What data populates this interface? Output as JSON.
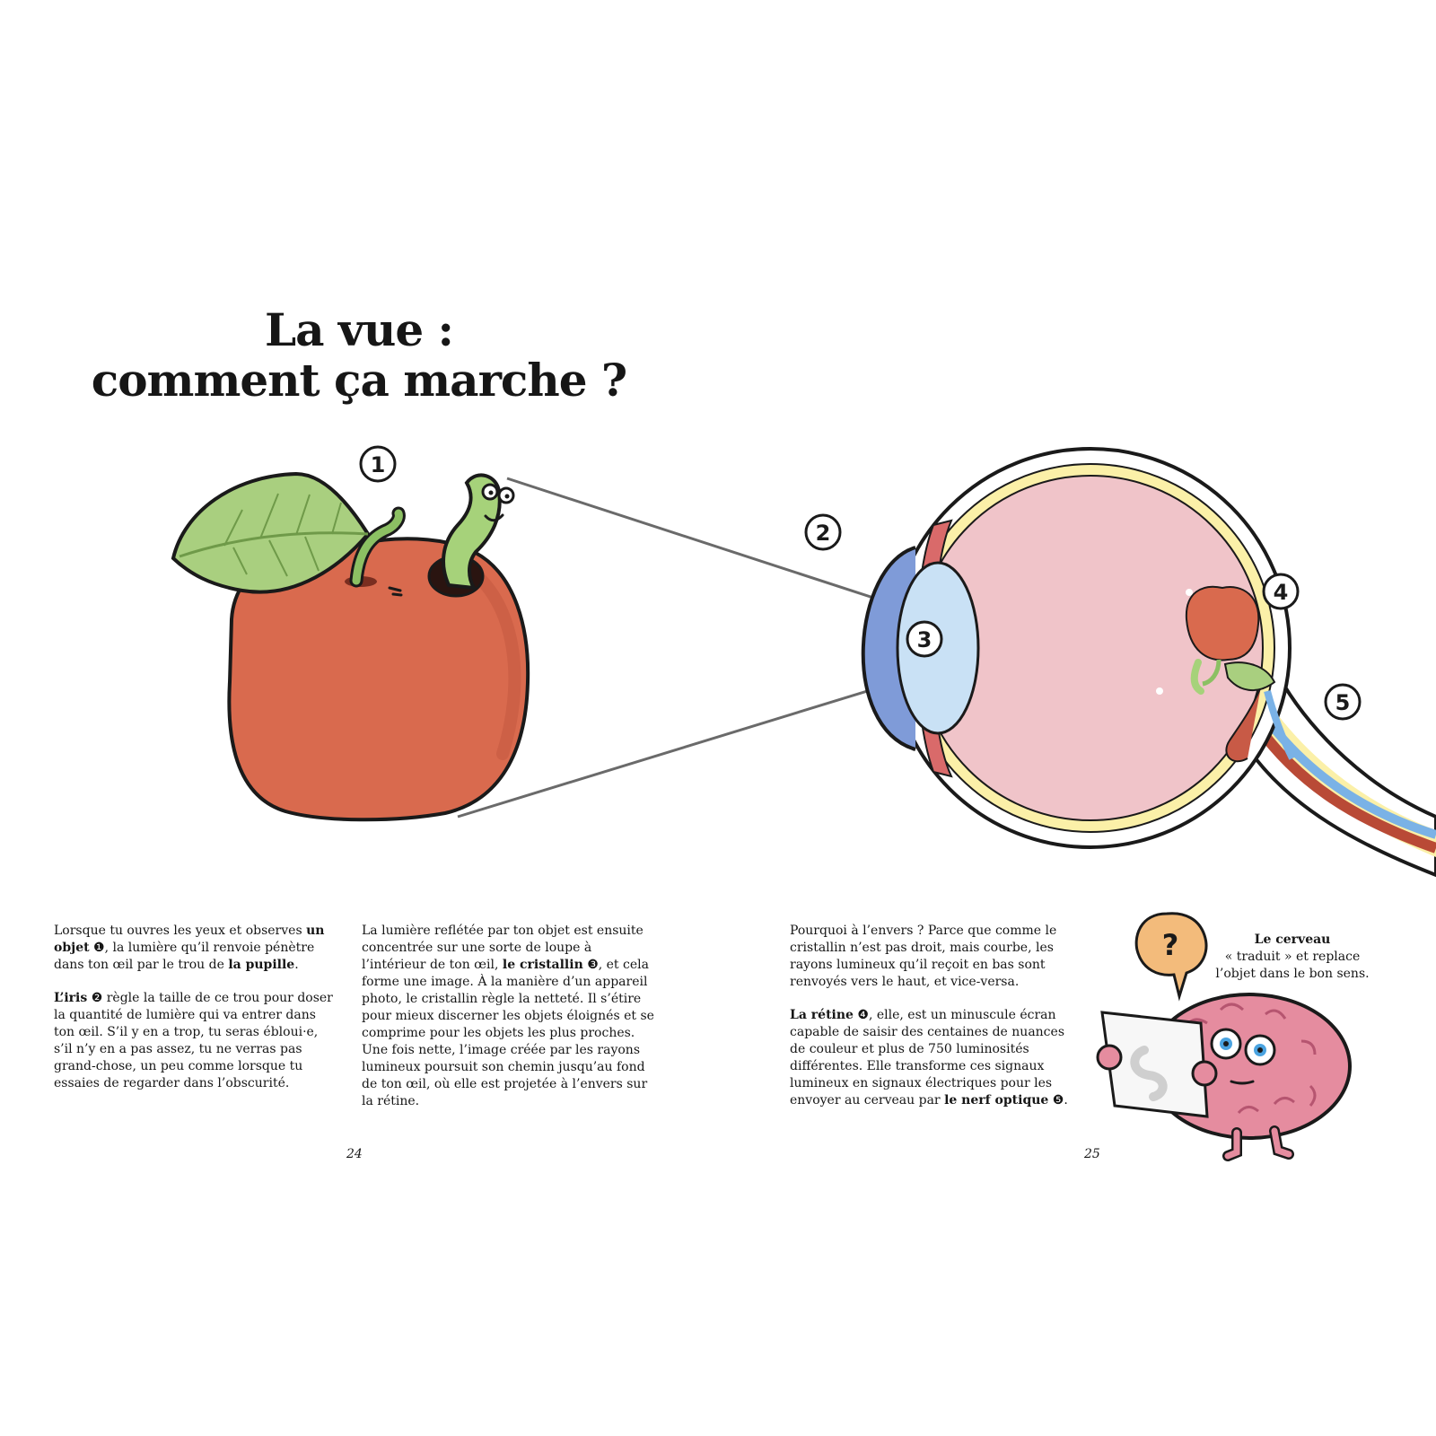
{
  "title": {
    "line1": "La vue :",
    "line2": "comment ça marche ?"
  },
  "callouts": [
    "1",
    "2",
    "3",
    "4",
    "5"
  ],
  "brain_bubble": "?",
  "columns": {
    "col1": {
      "p1": {
        "t1": "Lorsque tu ouvres les yeux et observes ",
        "b1": "un objet",
        "t2": " ❶, la lumière qu’il renvoie pénètre dans ton œil par le trou de ",
        "b2": "la pupille",
        "t3": "."
      },
      "p2": {
        "b1": "L’iris",
        "t1": " ❷ règle la taille de ce trou pour doser la quantité de lumière qui va entrer dans ton œil. S’il y en a trop, tu seras ébloui·e, s’il n’y en a pas assez, tu ne verras pas grand-chose, un peu comme lorsque tu essaies de regarder dans l’obscurité."
      }
    },
    "col2": {
      "p1": {
        "t1": "La lumière reflétée par ton objet est ensuite concentrée sur une sorte de loupe à l’intérieur de ton œil, ",
        "b1": "le cristallin",
        "t2": " ❸, et cela forme une image. À la manière d’un appareil photo, le cristallin règle la netteté. Il s’étire pour mieux discerner les objets éloignés et se comprime pour les objets les plus proches. Une fois nette, l’image créée par les rayons lumineux poursuit son chemin jusqu’au fond de ton œil, où elle est projetée à l’envers sur la rétine."
      }
    },
    "col3": {
      "p1": {
        "t1": "Pourquoi à l’envers ? Parce que comme le cristallin n’est pas droit, mais courbe, les rayons lumineux qu’il reçoit en bas sont renvoyés vers le haut, et vice-versa."
      },
      "p2": {
        "b1": "La rétine",
        "t1": " ❹, elle, est un minuscule écran capable de saisir des centaines de nuances de couleur et plus de 750 luminosités différentes. Elle transforme ces signaux lumineux en signaux électriques pour les envoyer au cerveau par ",
        "b2": "le nerf optique",
        "t2": " ❺."
      }
    },
    "brain_caption": {
      "b1": "Le cerveau",
      "t1": "« traduit » et replace l’objet dans le bon sens."
    }
  },
  "page_numbers": {
    "left": "24",
    "right": "25"
  },
  "colors": {
    "apple": "#d96a4e",
    "leaf": "#a9cf7f",
    "worm": "#a6d27a",
    "eye_interior": "#f0c4c9",
    "lens": "#c9e1f5",
    "iris": "#7f9bd8",
    "retina": "#fbf0a8",
    "brain": "#e58c9f",
    "ray": "#6a6a6a"
  },
  "icons": [
    "apple-illustration",
    "worm-illustration",
    "eye-cross-section",
    "brain-character-icon",
    "question-bubble-icon"
  ]
}
